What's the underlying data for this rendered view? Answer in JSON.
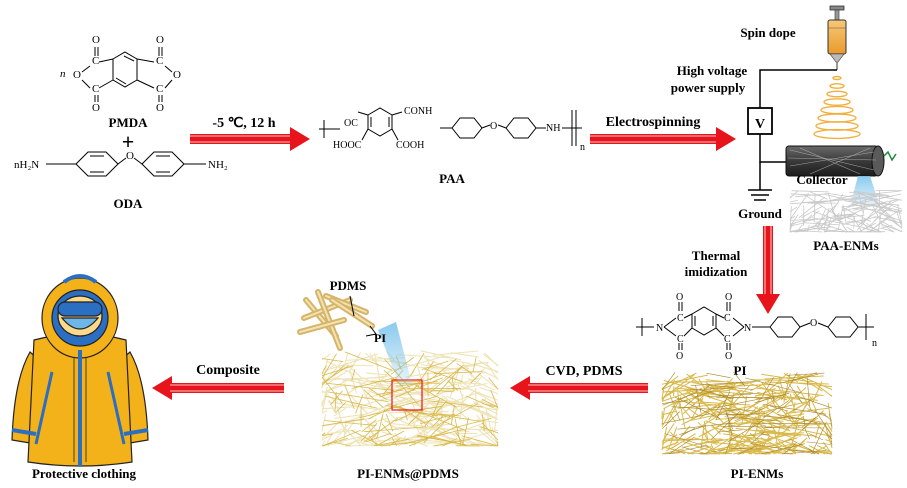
{
  "pmda": {
    "n": "n",
    "o_top_left": "O",
    "o_top_right": "O",
    "c_tl": "C",
    "c_tr": "C",
    "c_bl": "C",
    "c_br": "C",
    "o_ring_left": "O",
    "o_ring_right": "O",
    "o_bot_left": "O",
    "o_bot_right": "O",
    "name": "PMDA"
  },
  "plus": "+",
  "oda": {
    "n_h2n": "nH₂N",
    "o": "O",
    "nh2": "NH₂",
    "name": "ODA"
  },
  "step1_condition": "-5 ℃, 12 h",
  "paa": {
    "oc": "OC",
    "conh": "CONH",
    "o": "O",
    "nh": "NH",
    "hooc": "HOOC",
    "cooh": "COOH",
    "n": "n",
    "name": "PAA"
  },
  "step2": "Electrospinning",
  "apparatus": {
    "spin_dope": "Spin dope",
    "hv_line1": "High voltage",
    "hv_line2": "power supply",
    "v": "V",
    "collector": "Collector",
    "ground": "Ground",
    "fiber_label": "PAA-ENMs"
  },
  "step3_line1": "Thermal",
  "step3_line2": "imidization",
  "pi": {
    "o1": "O",
    "o2": "O",
    "o3": "O",
    "o4": "O",
    "c1": "C",
    "c2": "C",
    "c3": "C",
    "c4": "C",
    "n_left": "N",
    "n_right": "N",
    "o_ether": "O",
    "n": "n",
    "name": "PI"
  },
  "pi_enms": "PI-ENMs",
  "step4": "CVD, PDMS",
  "pdms_label": "PDMS",
  "pi_label": "PI",
  "composite_name": "PI-ENMs@PDMS",
  "step5": "Composite",
  "clothing_name": "Protective clothing",
  "colors": {
    "arrow_red": "#e8141c",
    "fiber_gold": "#d9b94a",
    "fiber_pale": "#efe4b8",
    "suit_yellow": "#f4b21a",
    "suit_blue": "#2b6fc2",
    "mask_blue": "#6fb6e8",
    "beam_blue": "#7cc4ec"
  }
}
